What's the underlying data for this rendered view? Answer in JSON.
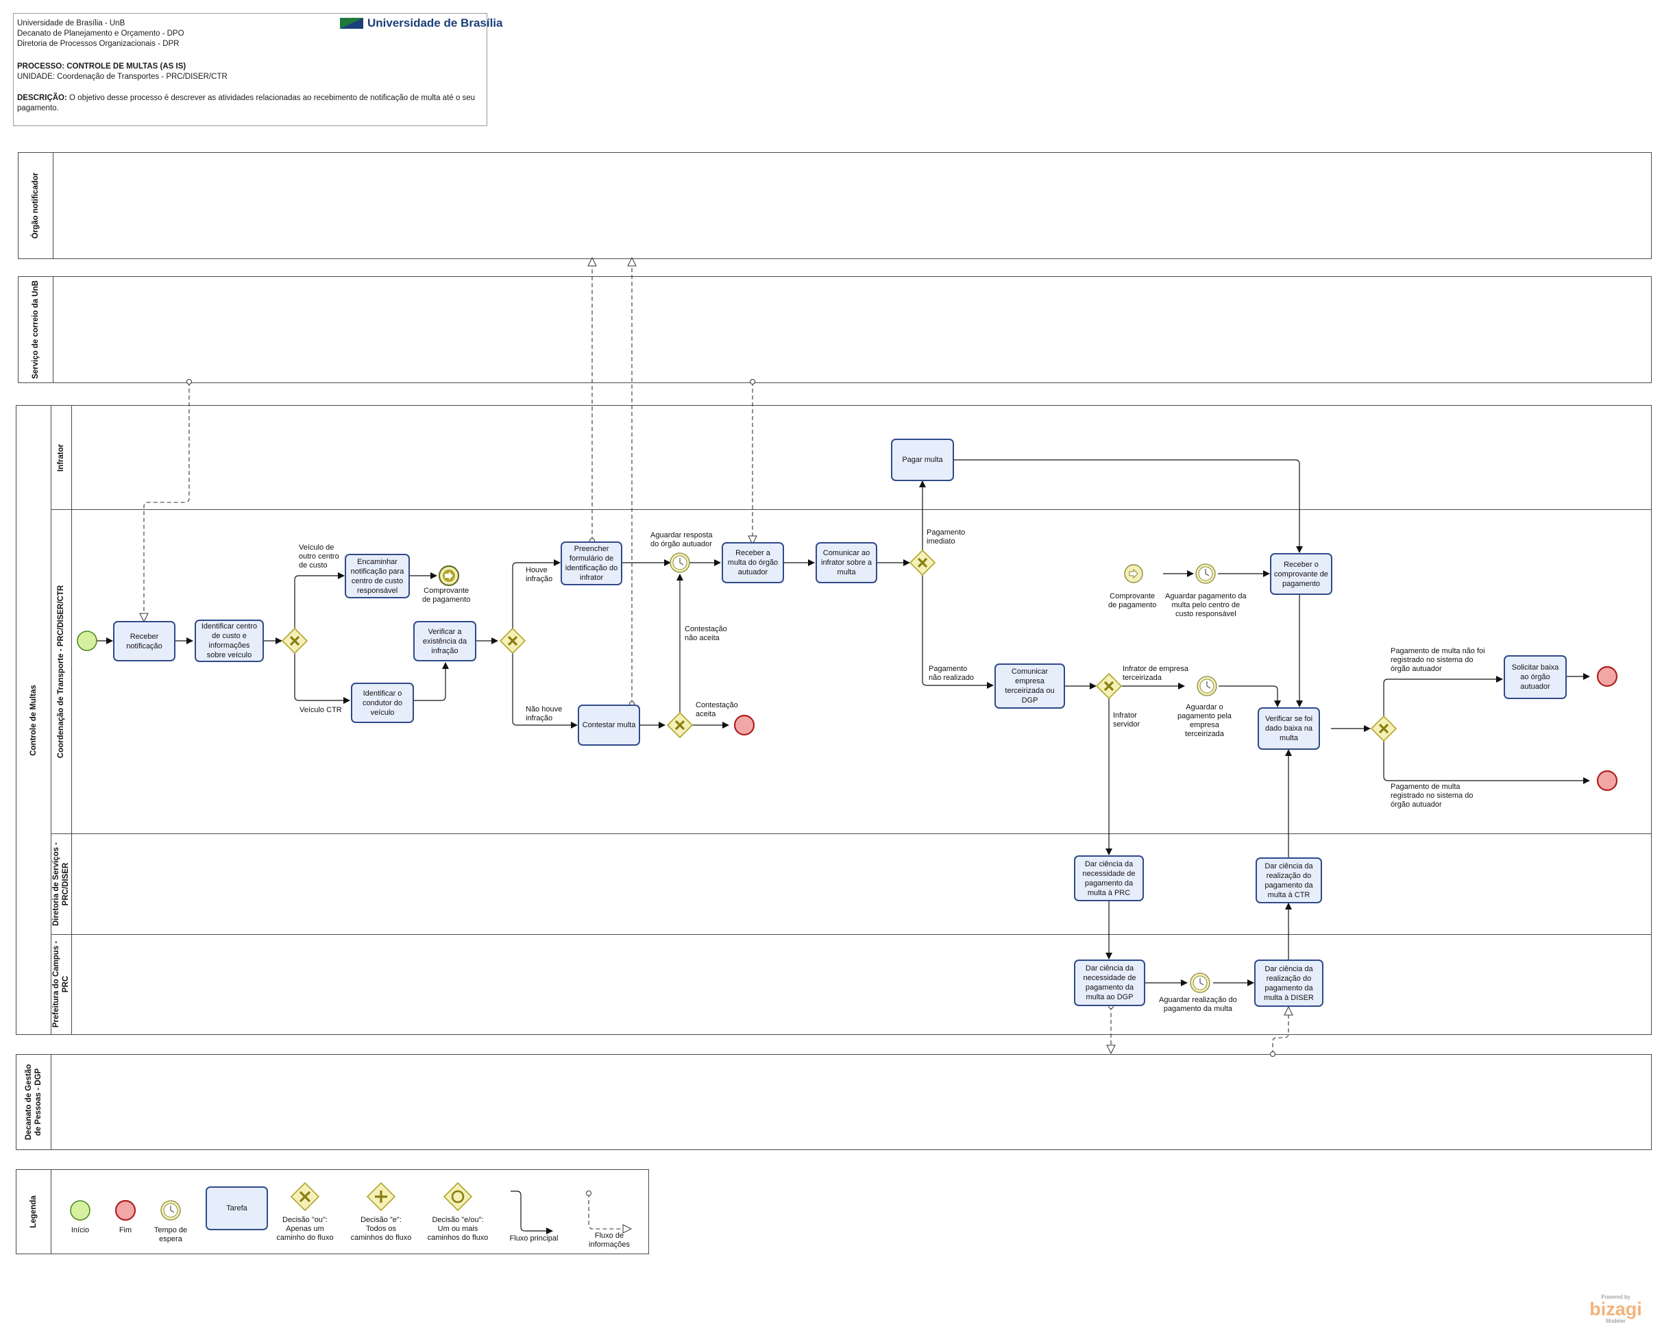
{
  "header": {
    "org_lines": [
      "Universidade de Brasília - UnB",
      "Decanato de Planejamento e Orçamento - DPO",
      "Diretoria de Processos Organizacionais - DPR"
    ],
    "process": "PROCESSO: CONTROLE DE MULTAS (AS IS)",
    "unit": "UNIDADE: Coordenação de Transportes - PRC/DISER/CTR",
    "desc_label": "DESCRIÇÃO:",
    "desc_text": " O objetivo desse processo é descrever as atividades relacionadas ao recebimento de notificação de multa até o seu pagamento.",
    "logo_text": "Universidade de Brasília"
  },
  "pools": {
    "orgao": "Órgão notificador",
    "correio": "Serviço de correio da UnB",
    "controle": "Controle de Multas",
    "dgp": "Decanato de Gestão de Pessoas - DGP",
    "legend": "Legenda"
  },
  "lanes": {
    "infrator": "Infrator",
    "ctr": "Coordenação de Transporte - PRC/DISER/CTR",
    "diser": "Diretoria de Serviços - PRC/DISER",
    "prc": "Prefeitura do Campus - PRC"
  },
  "tasks": {
    "receber": "Receber notificação",
    "identificar_centro": "Identificar centro de custo e informações sobre veículo",
    "encaminhar": "Encaminhar notificação para centro de custo responsável",
    "identificar_condutor": "Identificar o condutor do veículo",
    "verificar_existencia": "Verificar a existência da infração",
    "preencher": "Preencher formulário de identificação do infrator",
    "contestar": "Contestar multa",
    "receber_multa": "Receber a multa do órgão autuador",
    "comunicar_infrator": "Comunicar ao infrator sobre a multa",
    "pagar": "Pagar multa",
    "comunicar_empresa": "Comunicar empresa terceirizada ou DGP",
    "receber_comprovante": "Receber o comprovante de pagamento",
    "verificar_baixa": "Verificar se foi dado baixa na multa",
    "solicitar_baixa": "Solicitar baixa ao órgão autuador",
    "dar_ciencia_prc": "Dar ciência da necessidade de pagamento da multa à PRC",
    "dar_ciencia_ctr": "Dar ciência da realização do pagamento da multa à CTR",
    "dar_ciencia_dgp": "Dar ciência da necessidade de pagamento da multa ao DGP",
    "dar_ciencia_diser": "Dar ciência da realização do pagamento da multa à DISER"
  },
  "labels": {
    "veiculo_outro": "Veículo de\noutro centro\nde custo",
    "veiculo_ctr": "Veículo CTR",
    "comprovante1": "Comprovante\nde pagamento",
    "houve": "Houve\ninfração",
    "nao_houve": "Não houve\ninfração",
    "aguardar_resposta": "Aguardar resposta\ndo órgão autuador",
    "contestacao_nao": "Contestação\nnão aceita",
    "contestacao_aceita": "Contestação\naceita",
    "pag_imediato": "Pagamento\nimediato",
    "pag_nao": "Pagamento\nnão realizado",
    "comprovante2": "Comprovante\nde pagamento",
    "aguardar_centro": "Aguardar pagamento da\nmulta pelo centro de\ncusto responsável",
    "infrator_empresa": "Infrator de empresa\nterceirizada",
    "aguardar_empresa": "Aguardar o\npagamento pela\nempresa\nterceirizada",
    "infrator_servidor": "Infrator\nservidor",
    "nao_registrado": "Pagamento de multa não foi\nregistrado no sistema do\nórgão autuador",
    "registrado": "Pagamento de multa\nregistrado no sistema do\nórgão autuador",
    "aguardar_realizacao": "Aguardar realização do\npagamento da multa"
  },
  "legend": {
    "inicio": "Início",
    "fim": "Fim",
    "tempo": "Tempo de\nespera",
    "tarefa": "Tarefa",
    "decisao_ou": "Decisão \"ou\":\nApenas um\ncaminho do fluxo",
    "decisao_e": "Decisão \"e\":\nTodos os\ncaminhos do fluxo",
    "decisao_eou": "Decisão \"e/ou\":\nUm ou mais\ncaminhos do fluxo",
    "fluxo_principal": "Fluxo principal",
    "fluxo_info": "Fluxo de\ninformações"
  },
  "branding": {
    "powered": "Powered by",
    "name": "bizagi",
    "sub": "Modeler"
  },
  "colors": {
    "task_fill": "#e7eefb",
    "task_border": "#2f4a8a",
    "start": "#d6f0a0",
    "end": "#f2a7a7",
    "gateway": "#f4f0b8",
    "gateway_border": "#b2a52c"
  }
}
